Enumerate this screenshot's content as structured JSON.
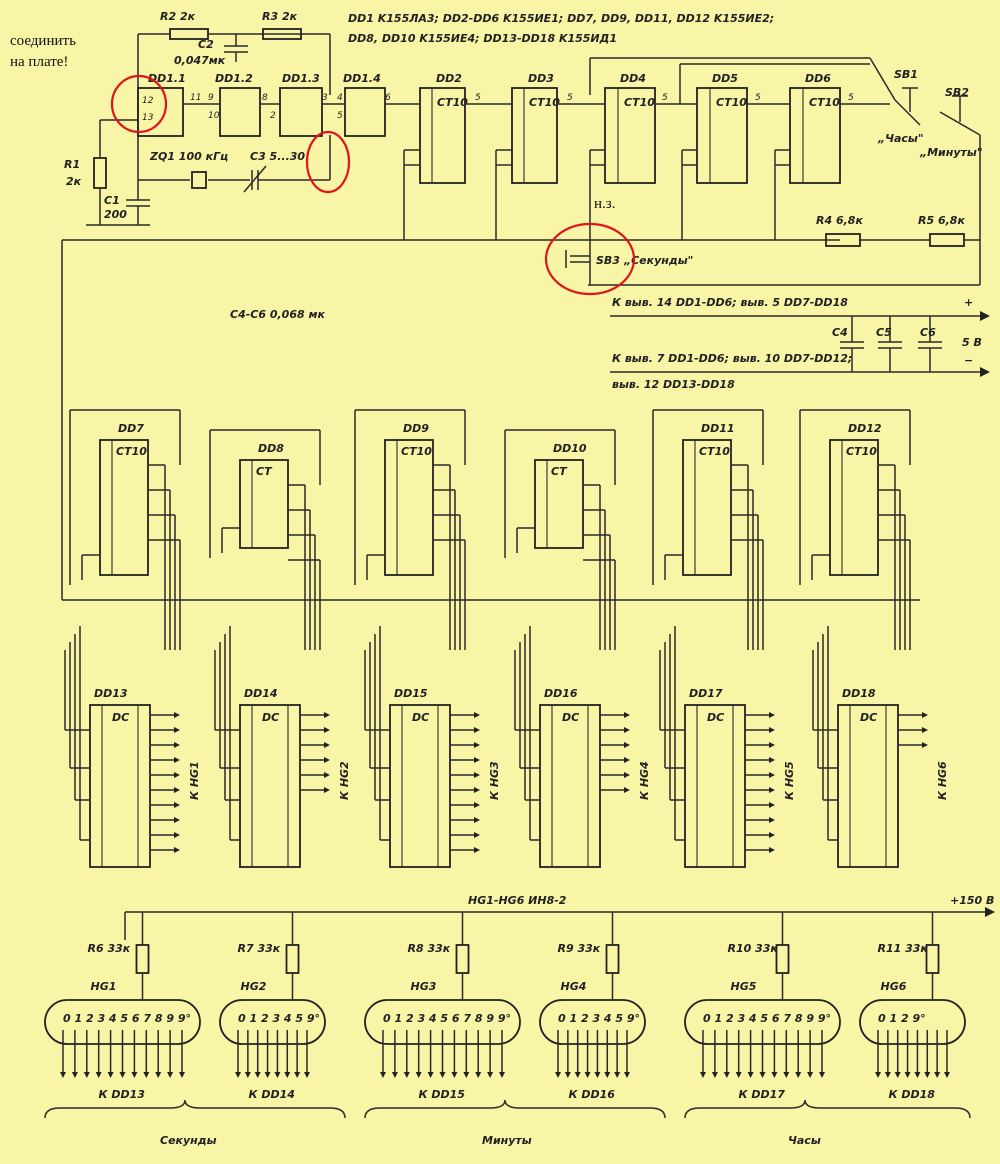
{
  "header_line1": "DD1 K155ЛА3; DD2-DD6 K155ИЕ1; DD7, DD9, DD11, DD12 K155ИЕ2;",
  "header_line2": "DD8, DD10 K155ИЕ4; DD13-DD18 K155ИД1",
  "handwritten_note": [
    "соединить",
    "на плате!"
  ],
  "nz_note": "н.з.",
  "osc": {
    "r2": "R2 2к",
    "r3": "R3 2к",
    "c2": "C2",
    "c2v": "0,047мк",
    "r1": "R1",
    "r1v": "2к",
    "c1": "C1",
    "c1v": "200",
    "zq1": "ZQ1 100 кГц",
    "c3": "C3 5...30"
  },
  "gates": [
    "DD1.1",
    "DD1.2",
    "DD1.3",
    "DD1.4"
  ],
  "counters_top": [
    "DD2",
    "DD3",
    "DD4",
    "DD5",
    "DD6"
  ],
  "ct_label": "CT10",
  "switches": {
    "sb1": "SB1",
    "sb1_label": "„Часы\"",
    "sb2": "SB2",
    "sb2_label": "„Минуты\"",
    "sb3": "SB3",
    "sb3_label": "„Секунды\""
  },
  "resistors_mid": {
    "r4": "R4 6,8к",
    "r5": "R5 6,8к"
  },
  "power": {
    "line_plus": "К выв. 14 DD1-DD6; выв. 5 DD7-DD18",
    "line_minus1": "К выв. 7 DD1-DD6; выв. 10 DD7-DD12;",
    "line_minus2": "выв. 12 DD13-DD18",
    "caps": [
      "C4",
      "C5",
      "C6"
    ],
    "caps_note": "C4-C6  0,068 мк",
    "plus": "+",
    "minus": "−",
    "volts": "5 В"
  },
  "mid_counters": [
    {
      "name": "DD7",
      "type": "CT10"
    },
    {
      "name": "DD8",
      "type": "CT"
    },
    {
      "name": "DD9",
      "type": "CT10"
    },
    {
      "name": "DD10",
      "type": "CT"
    },
    {
      "name": "DD11",
      "type": "CT10"
    },
    {
      "name": "DD12",
      "type": "CT10"
    }
  ],
  "decoders": [
    {
      "name": "DD13",
      "to": "К HG1"
    },
    {
      "name": "DD14",
      "to": "К HG2"
    },
    {
      "name": "DD15",
      "to": "К HG3"
    },
    {
      "name": "DD16",
      "to": "К HG4"
    },
    {
      "name": "DD17",
      "to": "К HG5"
    },
    {
      "name": "DD18",
      "to": "К HG6"
    }
  ],
  "dc_label": "DC",
  "hv": {
    "lamps_note": "HG1-HG6  ИН8-2",
    "supply": "+150 В"
  },
  "lamp_resistors": [
    "R6 33к",
    "R7 33к",
    "R8 33к",
    "R9 33к",
    "R10 33к",
    "R11 33к"
  ],
  "lamps": [
    {
      "name": "HG1",
      "digits": "0 1 2 3 4 5 6 7 8 9",
      "to": "К DD13"
    },
    {
      "name": "HG2",
      "digits": "0 1 2 3 4 5",
      "to": "К DD14"
    },
    {
      "name": "HG3",
      "digits": "0 1 2 3 4 5 6 7 8 9",
      "to": "К DD15"
    },
    {
      "name": "HG4",
      "digits": "0 1 2 3 4 5",
      "to": "К DD16"
    },
    {
      "name": "HG5",
      "digits": "0 1 2 3 4 5 6 7 8 9",
      "to": "К DD17"
    },
    {
      "name": "HG6",
      "digits": "0 1 2",
      "to": "К DD18"
    }
  ],
  "groups": [
    "Секунды",
    "Минуты",
    "Часы"
  ]
}
